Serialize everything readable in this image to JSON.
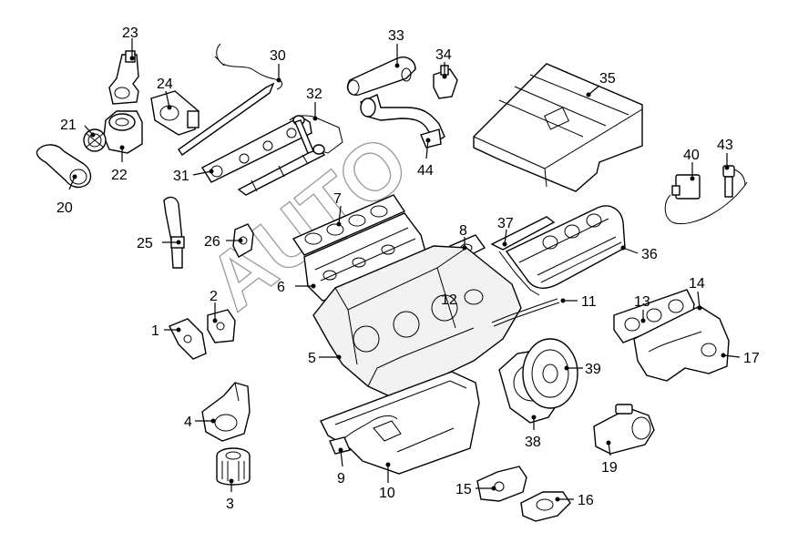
{
  "callouts": {
    "c1": "1",
    "c2": "2",
    "c3": "3",
    "c4": "4",
    "c5": "5",
    "c6": "6",
    "c7": "7",
    "c8": "8",
    "c9": "9",
    "c10": "10",
    "c11": "11",
    "c12": "12",
    "c13": "13",
    "c14": "14",
    "c15": "15",
    "c16": "16",
    "c17": "17",
    "c19": "19",
    "c20": "20",
    "c21": "21",
    "c22": "22",
    "c23": "23",
    "c24": "24",
    "c25": "25",
    "c26": "26",
    "c30": "30",
    "c31": "31",
    "c32": "32",
    "c33": "33",
    "c34": "34",
    "c35": "35",
    "c36": "36",
    "c37": "37",
    "c38": "38",
    "c39": "39",
    "c40": "40",
    "c43": "43",
    "c44": "44"
  },
  "watermark": {
    "text": "AUTO"
  }
}
